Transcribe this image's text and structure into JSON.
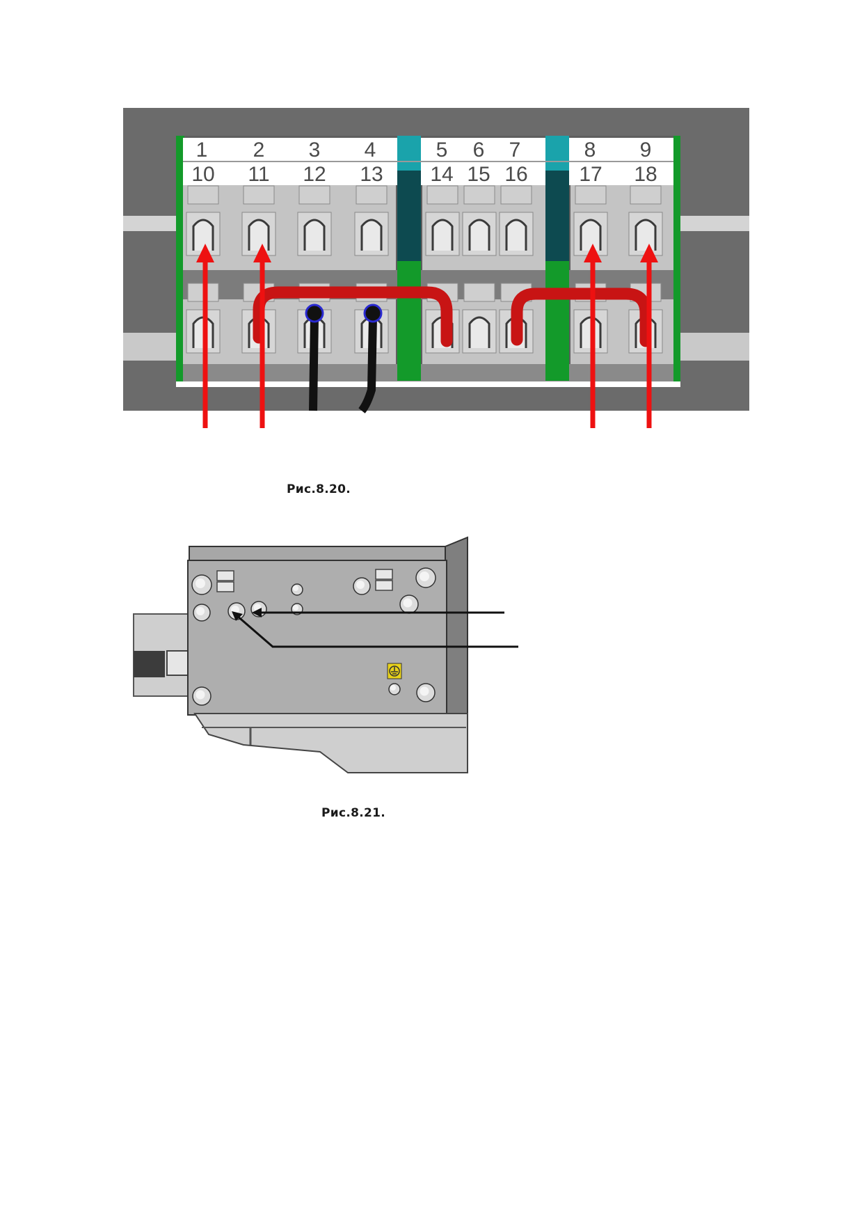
{
  "figures": [
    {
      "id": "8.20",
      "caption": "Рис.8.20.",
      "terminals_top": [
        "1",
        "2",
        "3",
        "4",
        "5",
        "6",
        "7",
        "8",
        "9"
      ],
      "terminals_bottom": [
        "10",
        "11",
        "12",
        "13",
        "14",
        "15",
        "16",
        "17",
        "18"
      ],
      "colors": {
        "arrow": "#ee1111",
        "jumper": "#c81414",
        "block_bg": "#bfbfbf",
        "frame": "#6b6b6b",
        "green": "#139a2a",
        "teal": "#1aa3ab"
      }
    },
    {
      "id": "8.21",
      "caption": "Рис.8.21."
    }
  ]
}
